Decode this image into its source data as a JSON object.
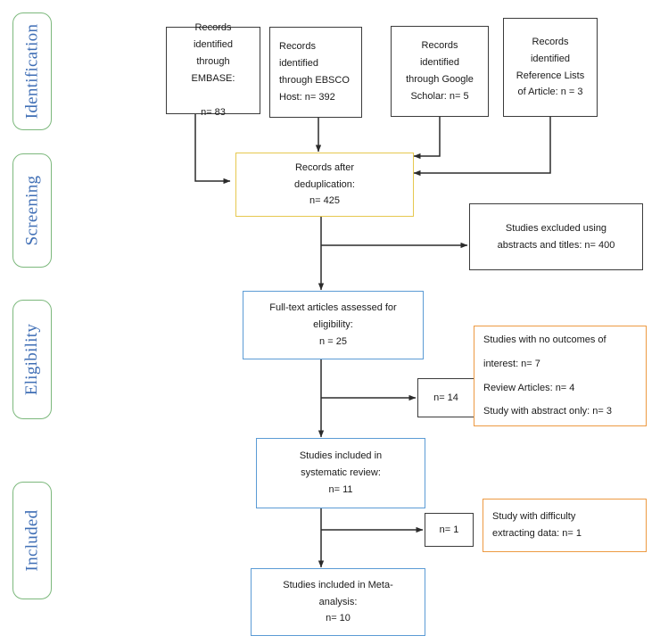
{
  "diagram": {
    "title": "PRISMA study selection flow diagram",
    "colors": {
      "stage_border": "#7cb87c",
      "stage_text": "#3f6eb5",
      "box_dark": "#3b3b3b",
      "box_gold": "#e6c84f",
      "box_blue": "#5b9bd5",
      "box_orange": "#ed9a42",
      "arrow": "#2b2b2b"
    }
  },
  "stages": [
    {
      "label": "Identification"
    },
    {
      "label": "Screening"
    },
    {
      "label": "Eligibility"
    },
    {
      "label": "Included"
    }
  ],
  "sources": [
    {
      "name": "embase",
      "lines": [
        "Records identified",
        "through EMBASE:",
        "",
        "n= 83"
      ],
      "count": 83
    },
    {
      "name": "ebsco",
      "lines": [
        "Records",
        "identified",
        "through EBSCO",
        "Host: n= 392"
      ],
      "count": 392
    },
    {
      "name": "google-scholar",
      "lines": [
        "Records",
        "identified",
        "through Google",
        "Scholar: n= 5"
      ],
      "count": 5
    },
    {
      "name": "reference-lists",
      "lines": [
        "Records",
        "identified",
        "Reference Lists",
        "of Article: n = 3"
      ],
      "count": 3
    }
  ],
  "deduplication": {
    "lines": [
      "Records after",
      "deduplication:",
      "n= 425"
    ],
    "count": 425
  },
  "excluded_screening": {
    "lines": [
      "Studies excluded using",
      "abstracts and titles: n= 400"
    ],
    "count": 400
  },
  "fulltext": {
    "lines": [
      "Full-text articles assessed for",
      "eligibility:",
      "n = 25"
    ],
    "count": 25
  },
  "excluded_eligibility_tag": {
    "label": "n= 14",
    "count": 14
  },
  "excluded_eligibility_reasons": {
    "lines": [
      "Studies with no outcomes of",
      "interest: n= 7",
      "Review Articles: n= 4",
      "Study with abstract only: n= 3"
    ],
    "reasons": [
      {
        "reason": "Studies with no outcomes of interest",
        "n": 7
      },
      {
        "reason": "Review Articles",
        "n": 4
      },
      {
        "reason": "Study with abstract only",
        "n": 3
      }
    ]
  },
  "systematic_review": {
    "lines": [
      "Studies included in",
      "systematic review:",
      "n= 11"
    ],
    "count": 11
  },
  "excluded_included_tag": {
    "label": "n= 1",
    "count": 1
  },
  "excluded_included_reason": {
    "lines": [
      "Study with difficulty",
      "extracting data: n= 1"
    ],
    "reasons": [
      {
        "reason": "Study with difficulty extracting data",
        "n": 1
      }
    ]
  },
  "meta_analysis": {
    "lines": [
      "Studies included in Meta-",
      "analysis:",
      "n= 10"
    ],
    "count": 10
  }
}
